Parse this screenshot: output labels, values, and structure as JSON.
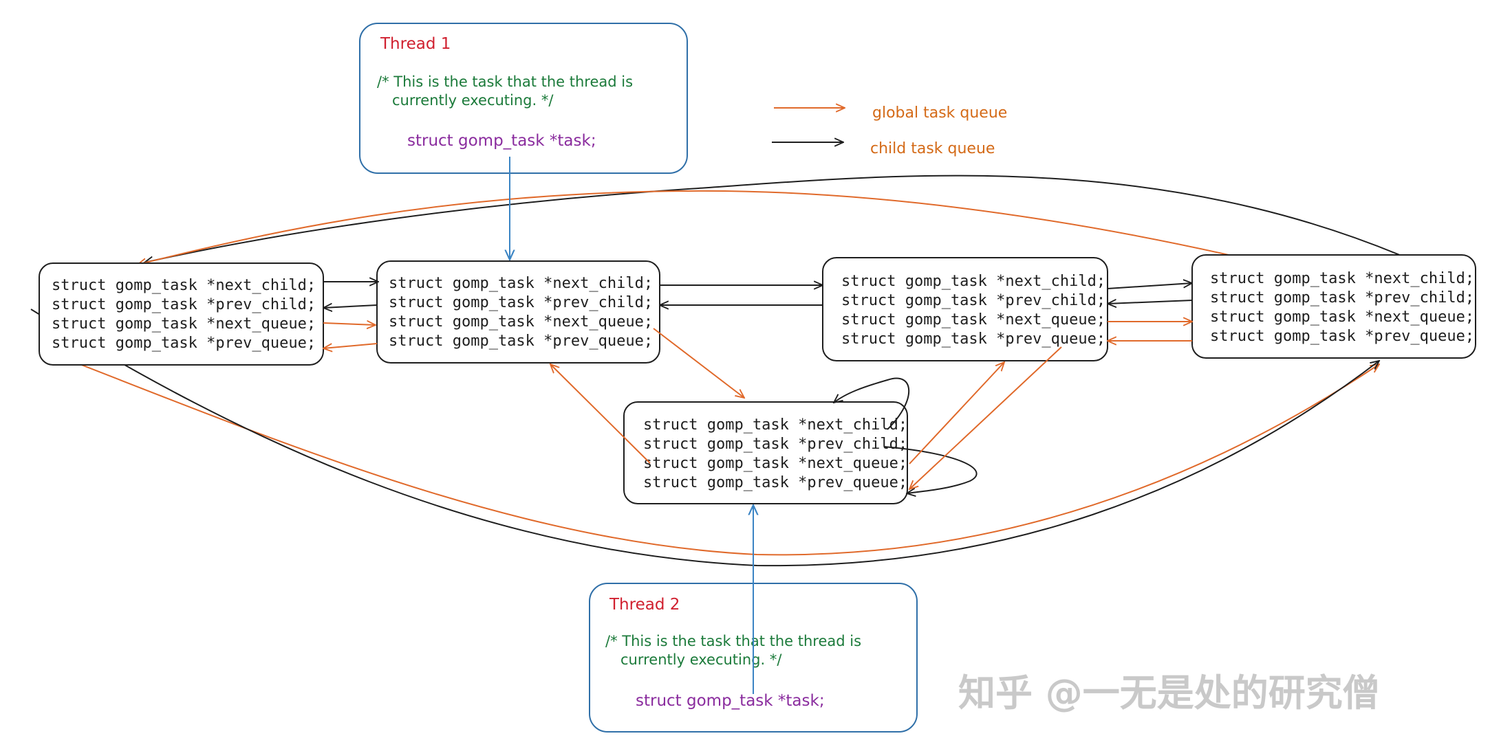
{
  "colors": {
    "global_queue": "#e0692a",
    "child_queue": "#1e1e1e",
    "thread_pointer": "#3a84c4",
    "thread_title": "#d0202f",
    "comment": "#1b7a3a",
    "code": "#8a2c9e",
    "legend_text": "#d46a17"
  },
  "legend": {
    "global_label": "global task queue",
    "child_label": "child task queue"
  },
  "thread1": {
    "title": "Thread 1",
    "comment_line1": "/* This is the task that the thread is",
    "comment_line2": "currently executing.  */",
    "code": "struct gomp_task *task;"
  },
  "thread2": {
    "title": "Thread 2",
    "comment_line1": "/* This is the task that the thread is",
    "comment_line2": "currently executing.  */",
    "code": "struct gomp_task *task;"
  },
  "task_fields": [
    "struct gomp_task *next_child;",
    "struct gomp_task *prev_child;",
    "struct gomp_task *next_queue;",
    "struct gomp_task *prev_queue;"
  ],
  "watermark": "知乎 @一无是处的研究僧"
}
